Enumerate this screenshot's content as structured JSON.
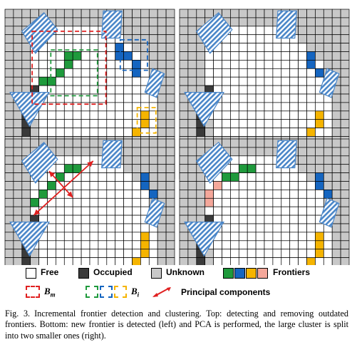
{
  "colors": {
    "free": "#ffffff",
    "occupied": "#3a3a3a",
    "unknown": "#c8c8c8",
    "frontier_green": "#1f9a3c",
    "frontier_blue": "#1565c0",
    "frontier_yellow": "#f5b400",
    "frontier_pink": "#f4a79a",
    "obstacle_blue": "#4a86c8",
    "bm_red": "#e02020",
    "arrow_red": "#e02020"
  },
  "legend": {
    "free_label": "Free",
    "occupied_label": "Occupied",
    "unknown_label": "Unknown",
    "frontiers_label": "Frontiers",
    "bm_symbol": "B",
    "bm_subscript": "m",
    "bi_symbol": "B",
    "bi_subscript": "i",
    "pc_label": "Principal components"
  },
  "caption": {
    "label": "Fig. 3.",
    "text": "Incremental frontier detection and clustering. Top: detecting and removing outdated frontiers. Bottom: new frontier is detected (left) and PCA is performed, the large cluster is split into two smaller ones (right)."
  }
}
